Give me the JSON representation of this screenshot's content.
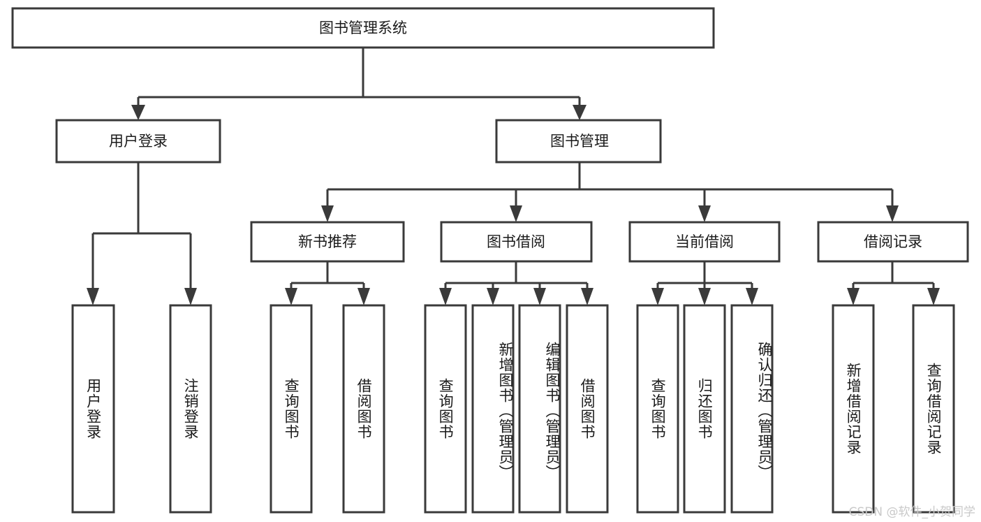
{
  "diagram": {
    "title": "图书管理系统",
    "type": "tree-hierarchy",
    "root": {
      "label": "图书管理系统"
    },
    "level2": [
      {
        "label": "用户登录"
      },
      {
        "label": "图书管理"
      }
    ],
    "level3": [
      {
        "label": "新书推荐"
      },
      {
        "label": "图书借阅"
      },
      {
        "label": "当前借阅"
      },
      {
        "label": "借阅记录"
      }
    ],
    "leaves": {
      "user_login": [
        {
          "label": "用户登录"
        },
        {
          "label": "注销登录"
        }
      ],
      "new_book_recommend": [
        {
          "label": "查询图书"
        },
        {
          "label": "借阅图书"
        }
      ],
      "book_borrow": [
        {
          "label": "查询图书"
        },
        {
          "label": "新增图书（管理员）"
        },
        {
          "label": "编辑图书（管理员）"
        },
        {
          "label": "借阅图书"
        }
      ],
      "current_borrow": [
        {
          "label": "查询图书"
        },
        {
          "label": "归还图书"
        },
        {
          "label": "确认归还（管理员）"
        }
      ],
      "borrow_record": [
        {
          "label": "新增借阅记录"
        },
        {
          "label": "查询借阅记录"
        }
      ]
    }
  },
  "watermark": {
    "text": "CSDN @软件_小贺同学"
  },
  "colors": {
    "stroke": "#3a3a3a",
    "fill": "#ffffff",
    "text": "#1a1a1a",
    "watermark": "#c9c9c9"
  }
}
